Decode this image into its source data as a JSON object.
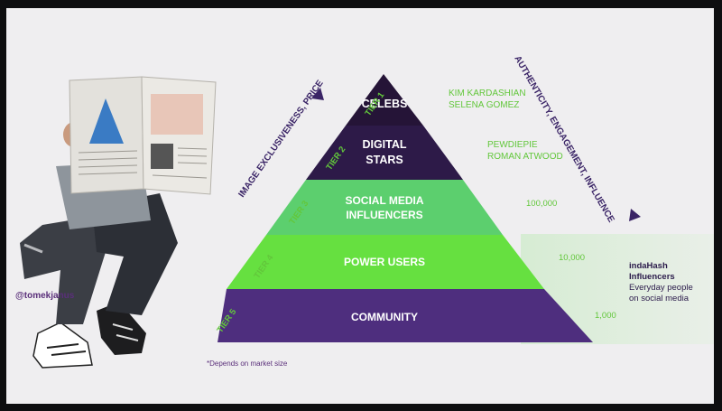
{
  "tiers": [
    {
      "tier_label": "TIER 1",
      "lines": [
        "CELEBS"
      ],
      "examples": [
        "KIM KARDASHIAN",
        "SELENA GOMEZ"
      ],
      "color": "#251437"
    },
    {
      "tier_label": "TIER 2",
      "lines": [
        "DIGITAL",
        "STARS"
      ],
      "examples": [
        "PEWDIEPIE",
        "ROMAN ATWOOD"
      ],
      "color": "#2d1a48"
    },
    {
      "tier_label": "TIER 3",
      "lines": [
        "SOCIAL MEDIA",
        "INFLUENCERS"
      ],
      "examples": [
        "100,000"
      ],
      "color": "#5ccf6e"
    },
    {
      "tier_label": "TIER 4",
      "lines": [
        "POWER USERS"
      ],
      "examples": [
        "10,000"
      ],
      "color": "#66e040"
    },
    {
      "tier_label": "TIER 5",
      "lines": [
        "COMMUNITY"
      ],
      "examples": [
        "1,000"
      ],
      "color": "#4e2e7e"
    }
  ],
  "left_axis": "IMAGE EXCLUSIVENESS, PRICE",
  "right_axis": "AUTHENTICITY, ENGAGEMENT, INFLUENCE",
  "callout": {
    "title_line1": "indaHash",
    "title_line2": "Influencers",
    "body_line1": "Everyday people",
    "body_line2": "on social media"
  },
  "photo_handle": "@tomekjanus",
  "footnote": "*Depends on market size",
  "colors": {
    "accent_green": "#62c73b",
    "purple": "#4e2e7e",
    "dark_purple": "#251437",
    "band_shade": "#dcecd9"
  },
  "icons": {
    "person": "person-reading-newspaper-icon",
    "arrow_up": "arrow-up-icon",
    "arrow_down": "arrow-down-icon"
  }
}
